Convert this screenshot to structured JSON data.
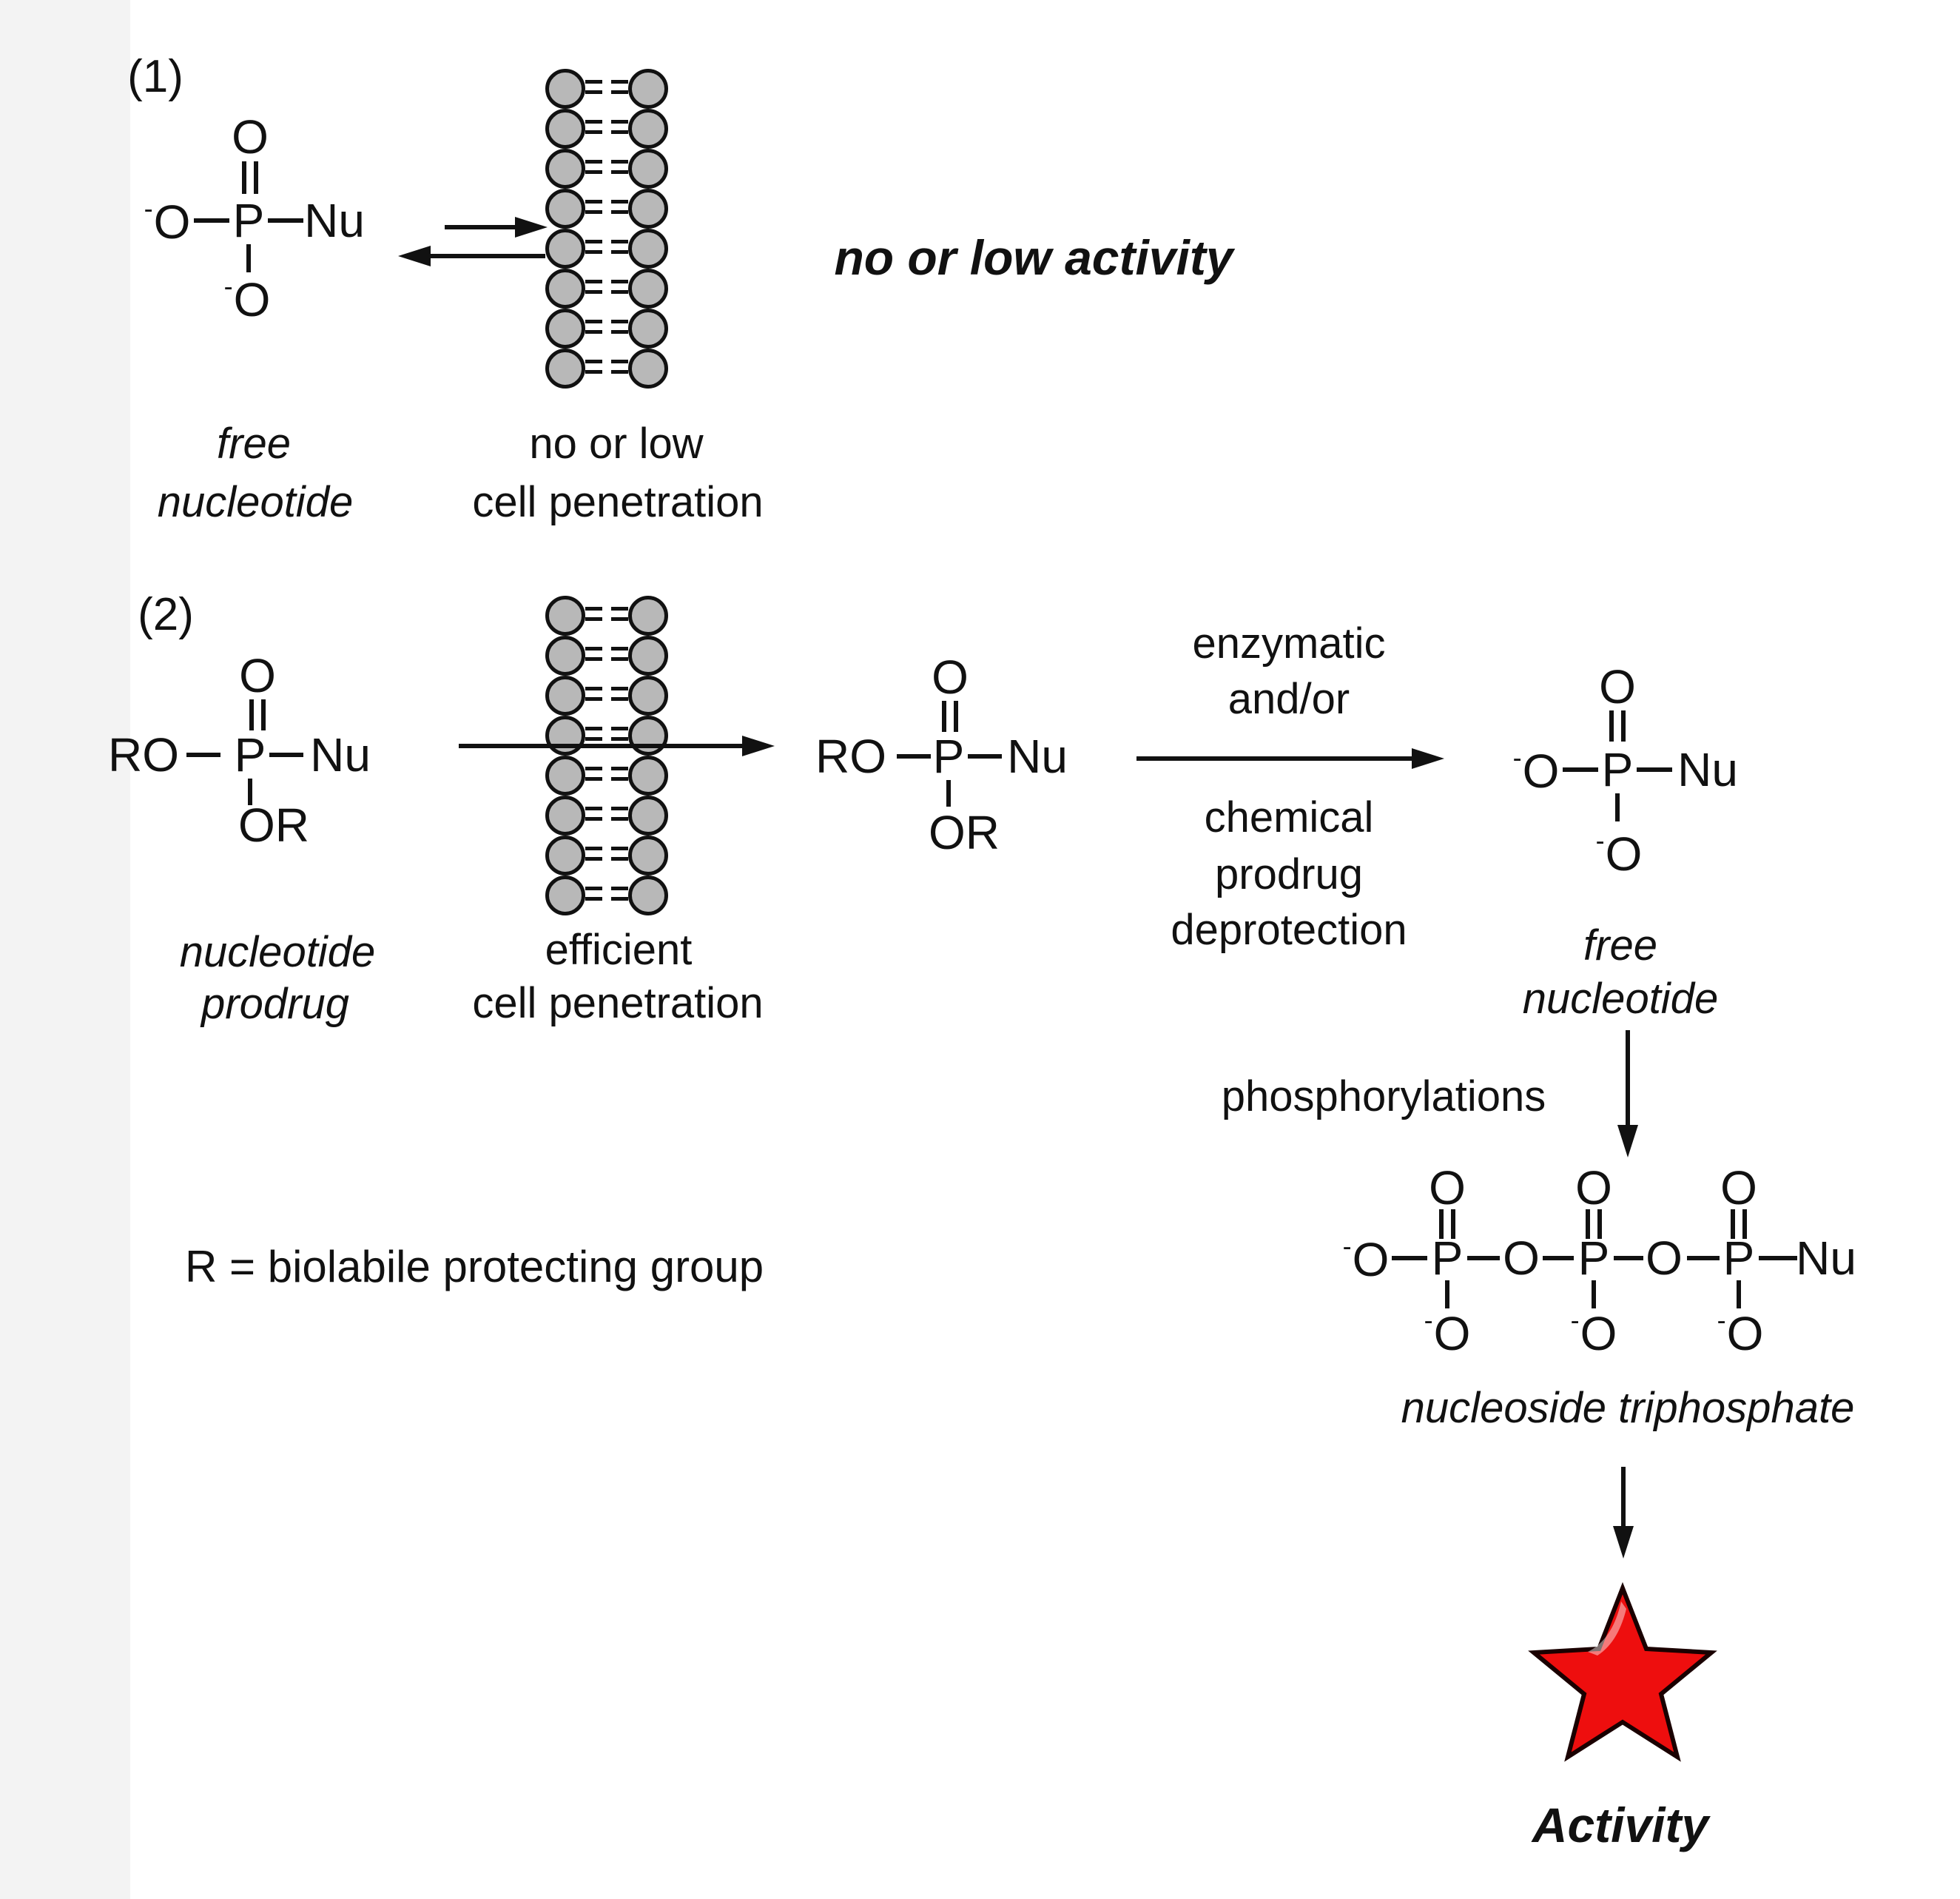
{
  "atoms": {
    "oxygen": "O",
    "phosphorus": "P",
    "nucleoside": "Nu",
    "ro": "RO",
    "or": "OR",
    "minus": "-"
  },
  "panel1": {
    "number": "(1)",
    "molecule_caption": [
      "free",
      "nucleotide"
    ],
    "membrane_caption": [
      "no or low",
      "cell penetration"
    ],
    "result_text": "no or low activity"
  },
  "panel2": {
    "number": "(2)",
    "molecule_caption": [
      "nucleotide",
      "prodrug"
    ],
    "membrane_caption": [
      "efficient",
      "cell penetration"
    ],
    "arrow_top_caption": [
      "enzymatic",
      "and/or"
    ],
    "arrow_bottom_caption": [
      "chemical",
      "prodrug",
      "deprotection"
    ],
    "free_nucleotide_caption": [
      "free",
      "nucleotide"
    ],
    "phosphorylation_label": "phosphorylations",
    "triphosphate_caption": "nucleoside triphosphate",
    "activity_label": "Activity"
  },
  "footnote": "R = biolabile protecting group",
  "colors": {
    "star_fill": "#ee0e0e",
    "star_outline": "#1a0000",
    "lipid_fill": "#b8b8b8",
    "ink": "#111111"
  }
}
